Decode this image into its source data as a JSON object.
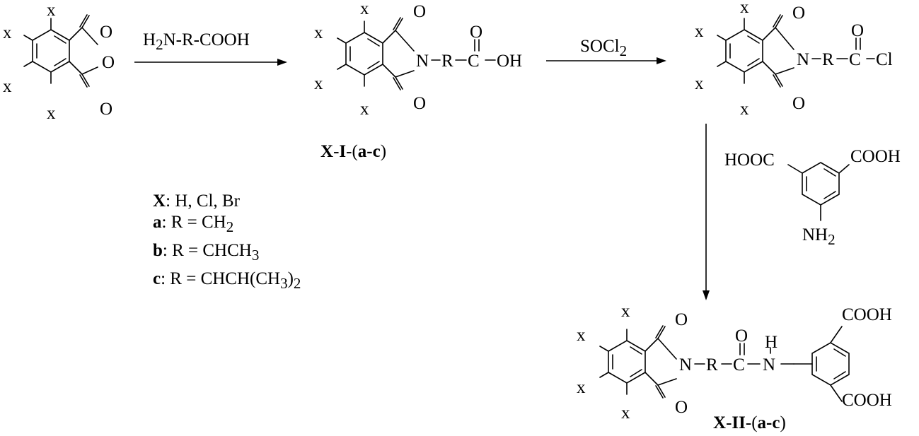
{
  "reagents": {
    "step1_pre": "H",
    "step1_sub": "2",
    "step1_post": "N-R-COOH",
    "step2_pre": "SOCl",
    "step2_sub": "2"
  },
  "atoms": {
    "x": "x",
    "o": "O",
    "n": "N",
    "r": "R",
    "c": "C",
    "oh": "OH",
    "cl": "Cl",
    "h": "H",
    "cooh": "COOH",
    "hooc": "HOOC",
    "nh": "NH",
    "sub2": "2"
  },
  "compound_labels": {
    "intermediate_prefix": "X",
    "intermediate_roman": "I",
    "intermediate_range": "a-c",
    "product_prefix": "X",
    "product_roman": "II",
    "product_range": "a-c",
    "dash": "-",
    "paren_open": "(",
    "paren_close": ")"
  },
  "legend": {
    "x_key": "X",
    "x_values": ": H, Cl, Br",
    "a_key": "a",
    "a_text": ": R = CH",
    "a_sub": "2",
    "b_key": "b",
    "b_text": ": R = CHCH",
    "b_sub": "3",
    "c_key": "c",
    "c_text": ": R = CHCH(CH",
    "c_sub": "3",
    "c_close": ")",
    "c_sub2": "2"
  }
}
